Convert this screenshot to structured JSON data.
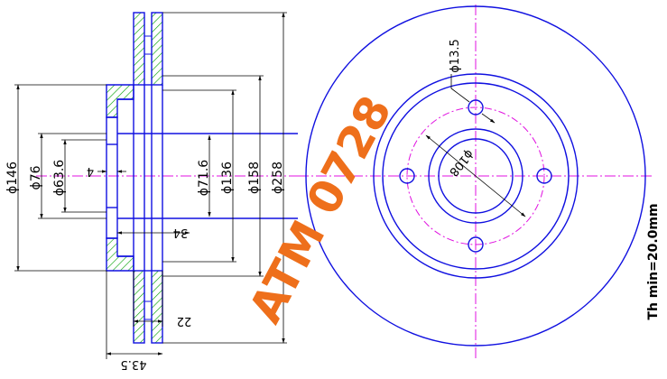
{
  "section_view": {
    "diameters": {
      "d146": "ϕ146",
      "d76": "ϕ76",
      "d63_6": "ϕ63.6",
      "d71_6": "ϕ71.6",
      "d136": "ϕ136",
      "d158": "ϕ158",
      "d258": "ϕ258"
    },
    "small_dims": {
      "d4": "4",
      "d34": "34",
      "d22": "22",
      "d43_5": "43.5"
    }
  },
  "front_view": {
    "bolt_hole_label": "ϕ13.5",
    "pcd_label": "ϕ108",
    "thickness_note": "Th min=20.0mm"
  },
  "watermark": "ATM 0728",
  "colors": {
    "outline": "#1010e0",
    "dimension": "#000000",
    "centerline": "#e010e0",
    "hatch": "#00a000",
    "watermark": "#ee6f1b"
  }
}
